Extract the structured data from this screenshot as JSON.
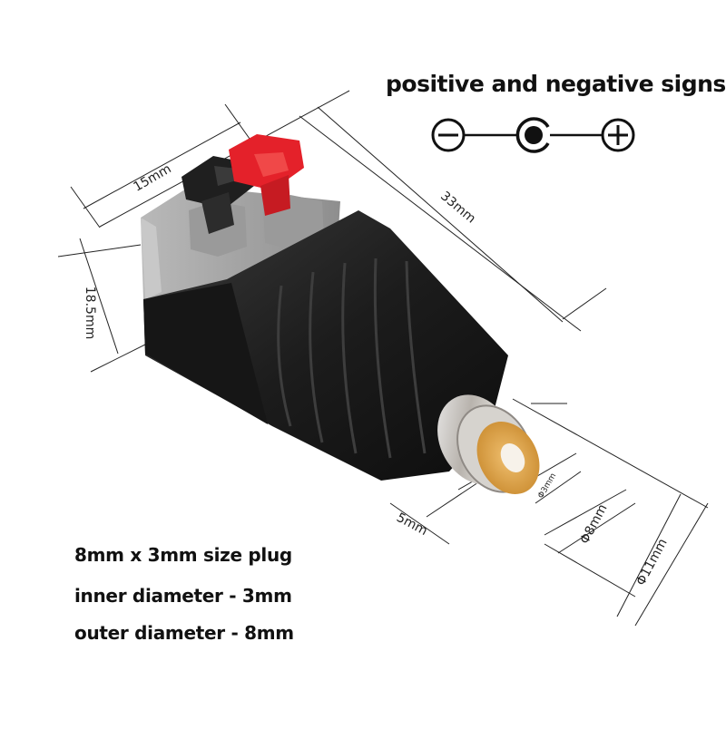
{
  "heading": "positive and negative signs",
  "dimensions": {
    "width": "15mm",
    "height": "18.5mm",
    "length": "33mm",
    "inner": "Φ3mm",
    "outer": "Φ8mm",
    "body": "Φ11mm",
    "sleeve": "5mm"
  },
  "specs": {
    "plug": "8mm x 3mm size plug",
    "inner": "inner diameter - 3mm",
    "outer": "outer diameter - 8mm"
  },
  "colors": {
    "lever_positive": "#e4212a",
    "lever_negative": "#1e1e1e",
    "housing": "#a3a3a3",
    "body": "#1b1b1b",
    "insulator": "#d9a24a"
  },
  "icons": [
    "polarity-negative-icon",
    "polarity-center-icon",
    "polarity-positive-icon"
  ]
}
